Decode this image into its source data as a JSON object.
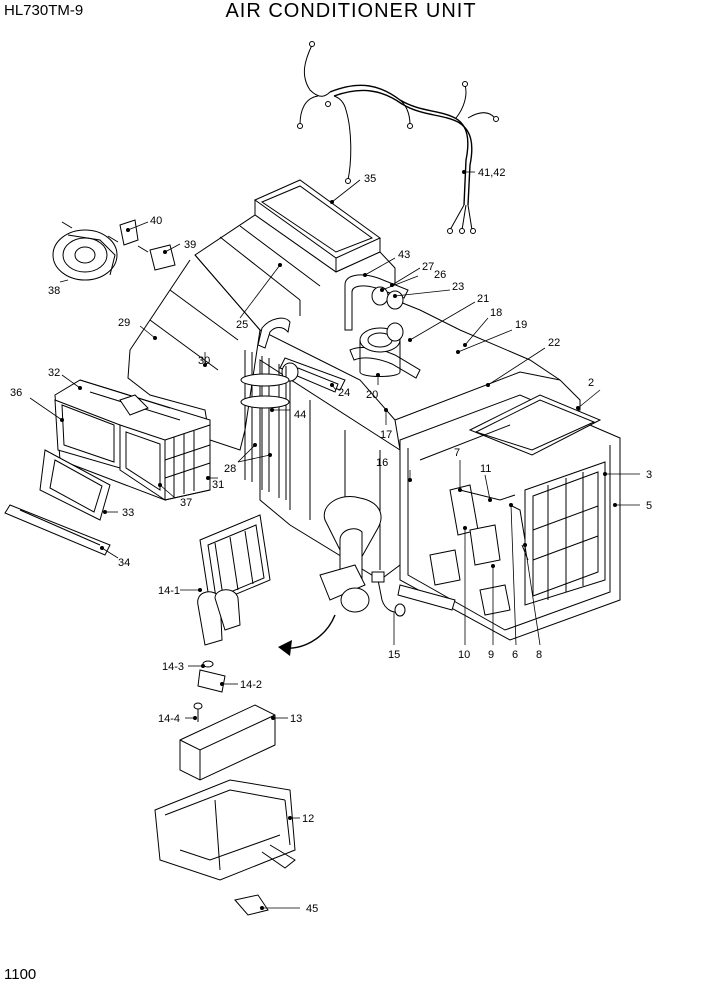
{
  "header": {
    "model": "HL730TM-9",
    "title": "AIR CONDITIONER UNIT"
  },
  "footer": {
    "page_number": "1100"
  },
  "callouts": [
    "2",
    "3",
    "5",
    "6",
    "7",
    "8",
    "9",
    "10",
    "11",
    "12",
    "13",
    "14-1",
    "14-2",
    "14-3",
    "14-4",
    "15",
    "16",
    "17",
    "18",
    "19",
    "20",
    "21",
    "22",
    "23",
    "24",
    "25",
    "26",
    "27",
    "28",
    "29",
    "30",
    "31",
    "32",
    "33",
    "34",
    "35",
    "36",
    "37",
    "38",
    "39",
    "40",
    "41,42",
    "43",
    "44",
    "45"
  ]
}
